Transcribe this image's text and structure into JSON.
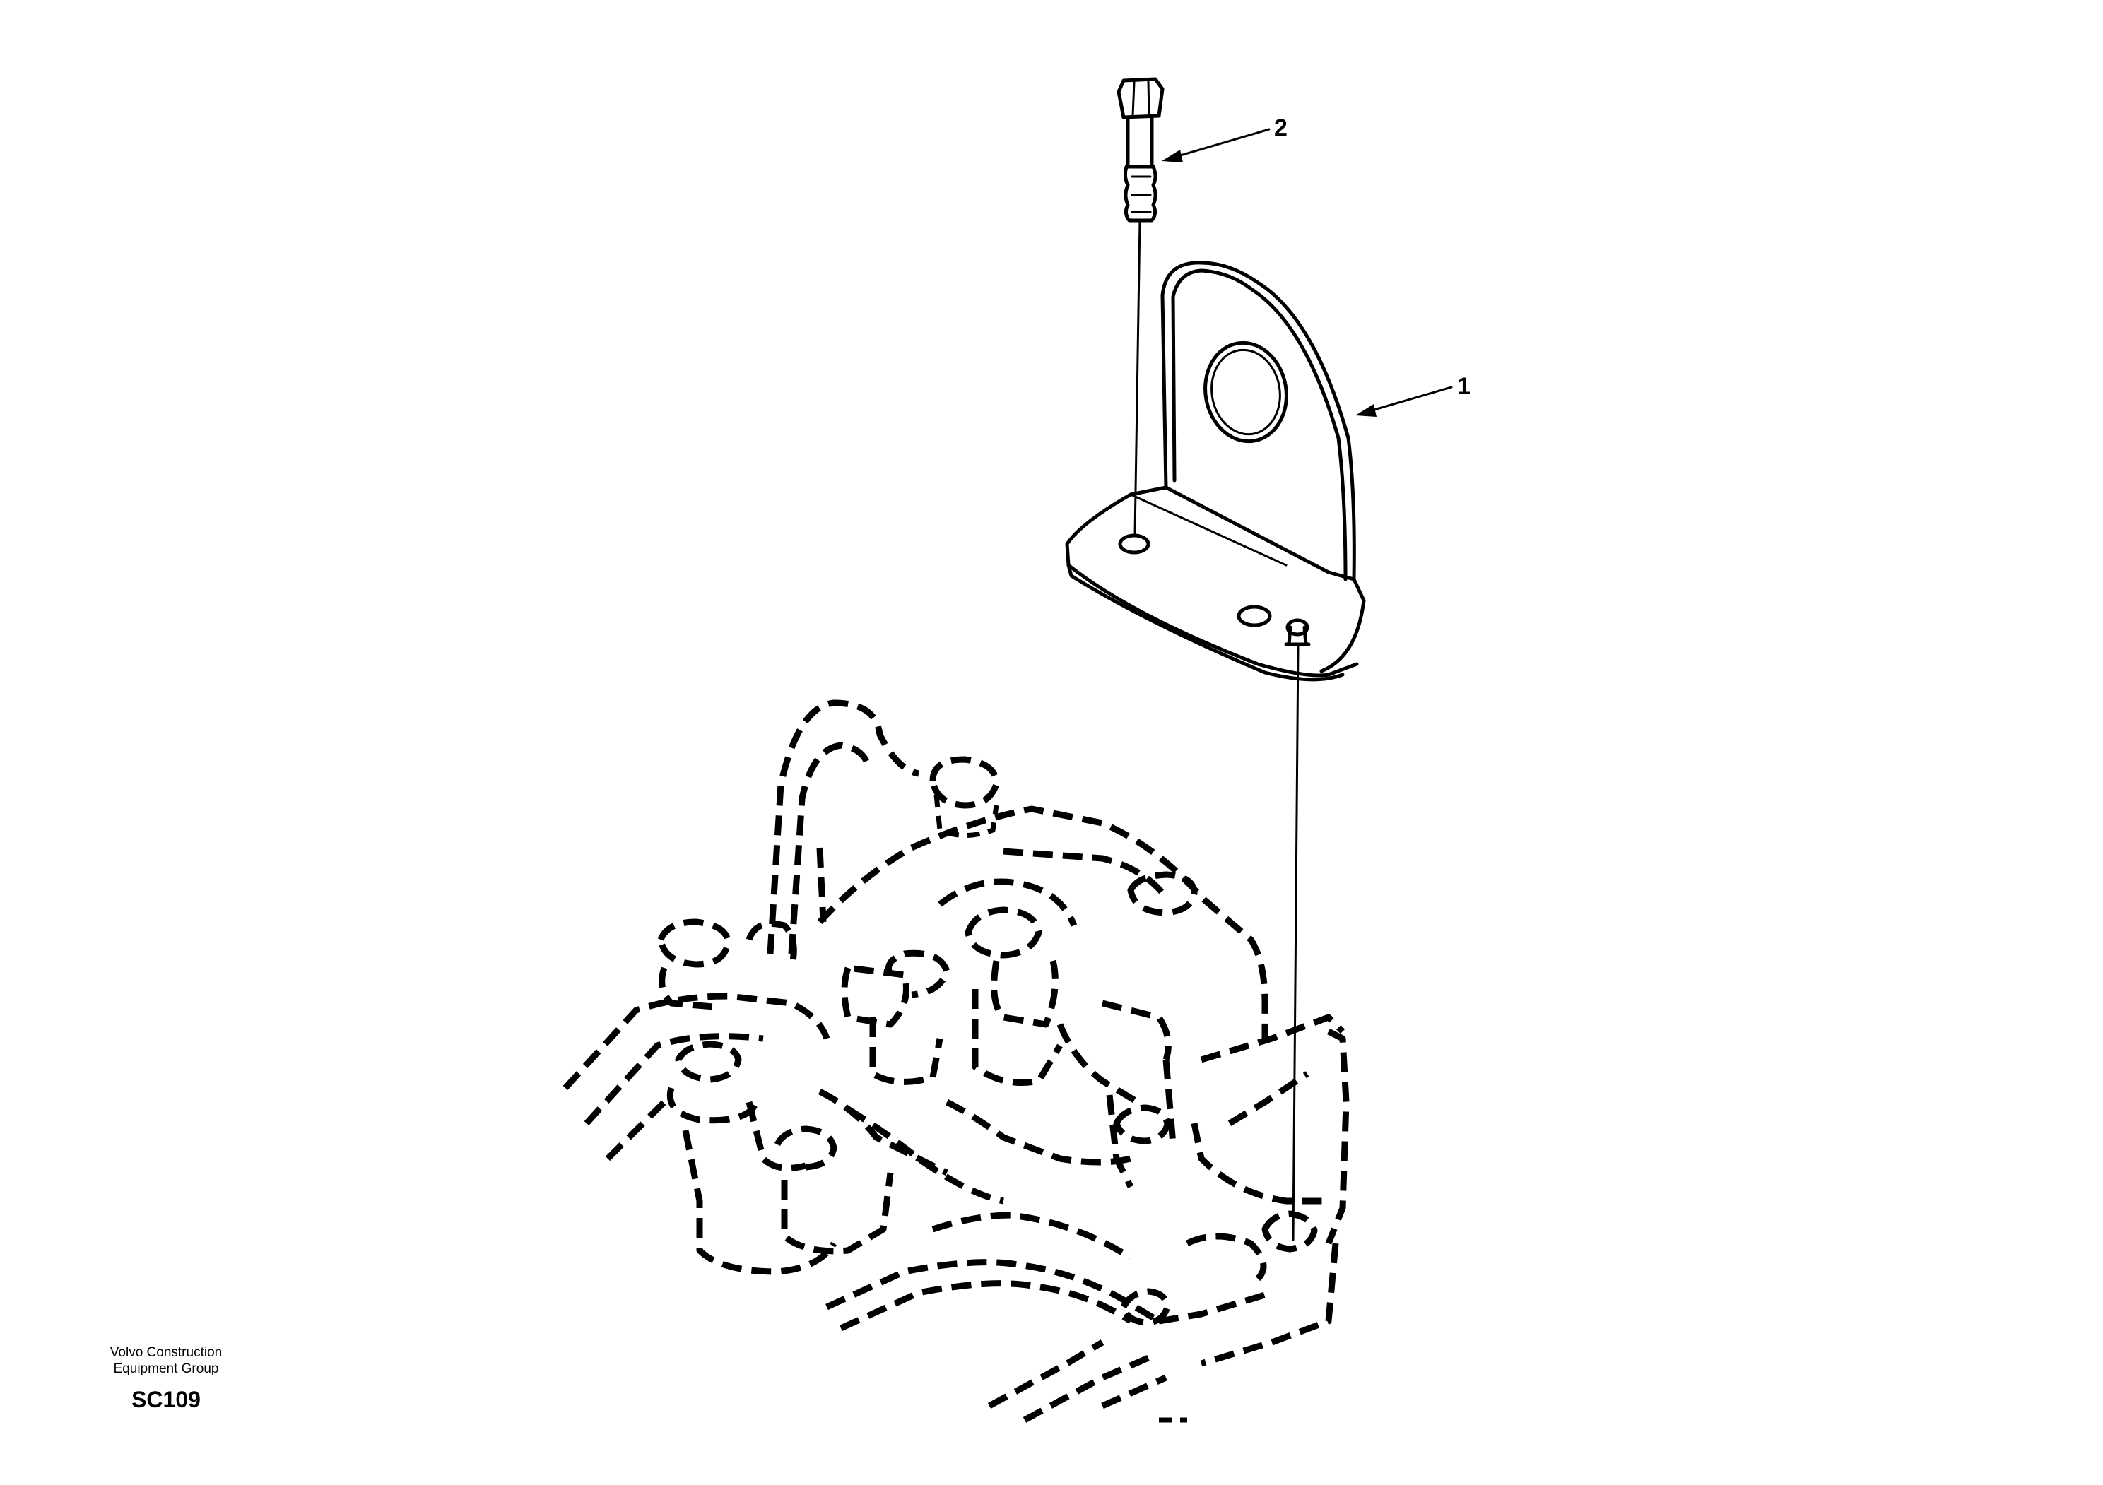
{
  "callouts": [
    {
      "number": "1"
    },
    {
      "number": "2"
    }
  ],
  "footer": {
    "org_line1": "Volvo Construction",
    "org_line2": "Equipment Group",
    "code": "SC109"
  }
}
